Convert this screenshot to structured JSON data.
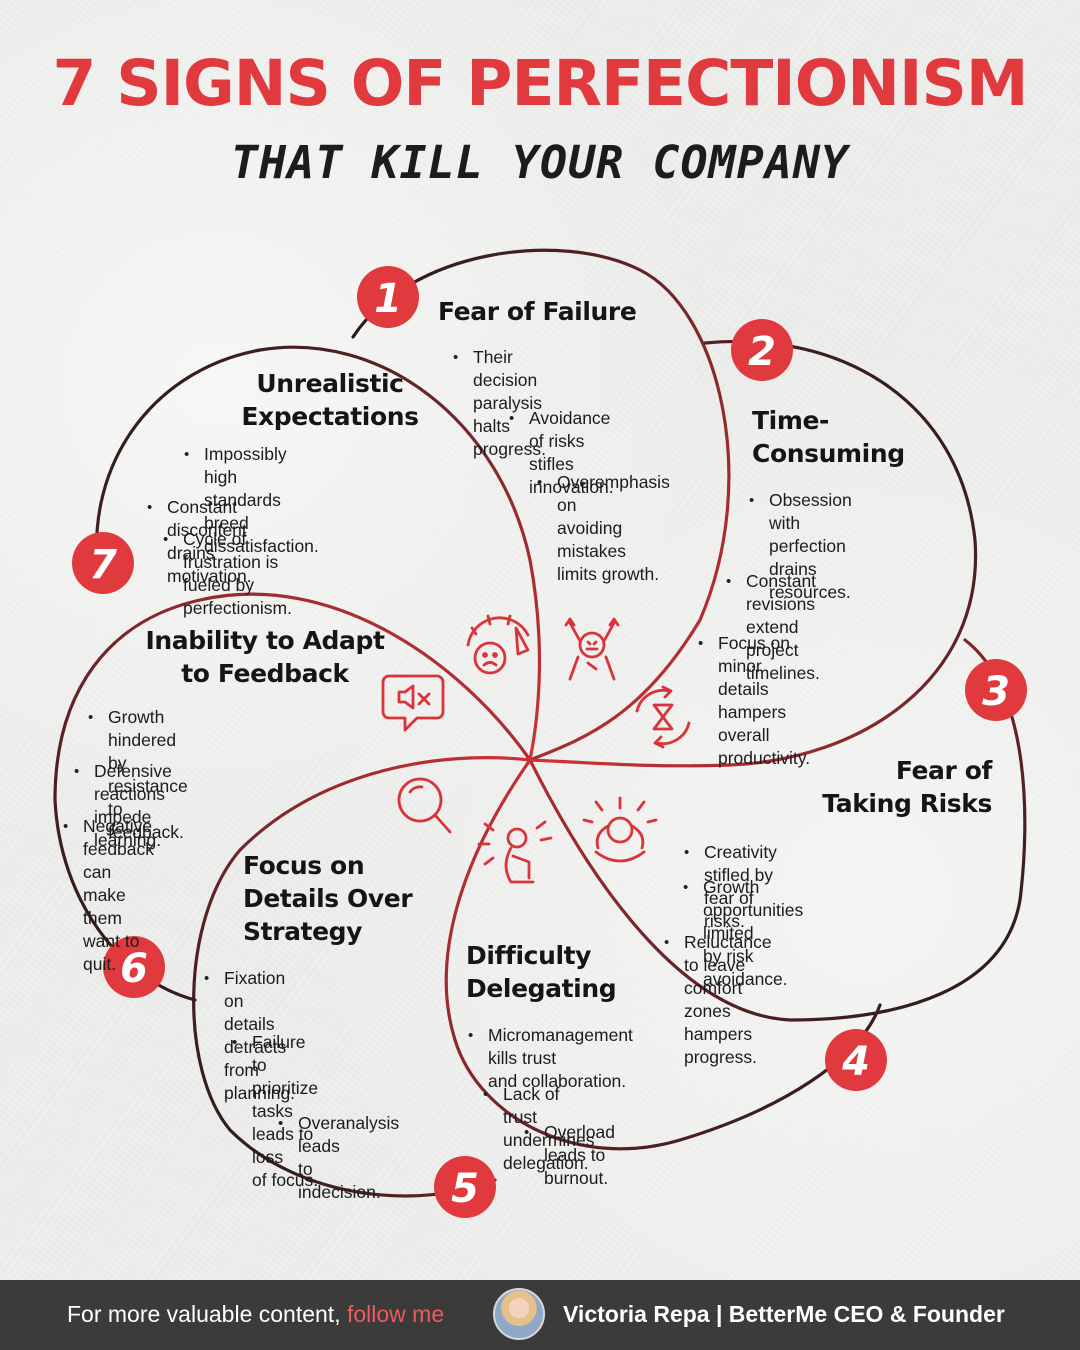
{
  "header": {
    "title": "7 SIGNS OF PERFECTIONISM",
    "subtitle": "THAT KILL YOUR COMPANY"
  },
  "colors": {
    "accent": "#e03a3e",
    "dark_text": "#1c1c1c",
    "footer_bg": "#3b3b3b",
    "link": "#f05a5e"
  },
  "badges": [
    "1",
    "2",
    "3",
    "4",
    "5",
    "6",
    "7"
  ],
  "sections": [
    {
      "title": "Fear of Failure",
      "icon": "gauge-sad-face-icon",
      "bullets": [
        "Their decision paralysis\nhalts progress.",
        "Avoidance of risks\nstifles innovation.",
        "Overemphasis on\navoiding mistakes\nlimits growth."
      ]
    },
    {
      "title": "Time-\nConsuming",
      "icon": "hourglass-cycle-icon",
      "bullets": [
        "Obsession with\nperfection drains\nresources.",
        "Constant revisions\nextend project timelines.",
        "Focus on minor details\nhampers overall\nproductivity."
      ]
    },
    {
      "title": "Fear of\nTaking Risks",
      "icon": "stressed-person-icon",
      "bullets": [
        "Creativity stifled by fear of risks.",
        "Growth opportunities limited\nby risk avoidance.",
        "Reluctance to leave comfort\nzones hampers progress."
      ]
    },
    {
      "title": "Difficulty\nDelegating",
      "icon": "anxious-sitting-person-icon",
      "bullets": [
        "Micromanagement kills trust\nand  collaboration.",
        "Lack of trust undermines delegation.",
        "Overload leads to burnout."
      ]
    },
    {
      "title": "Focus on\nDetails Over\nStrategy",
      "icon": "magnifier-icon",
      "bullets": [
        "Fixation on details\ndetracts from planning.",
        "Failure to prioritize\ntasks leads to loss\nof focus.",
        "Overanalysis leads\nto indecision."
      ]
    },
    {
      "title": "Inability to Adapt\nto Feedback",
      "icon": "muted-speech-bubble-icon",
      "bullets": [
        "Growth hindered by\nresistance to feedback.",
        "Defensive reactions\nimpede learning.",
        "Negative\nfeedback can\nmake them\nwant to quit."
      ]
    },
    {
      "title": "Unrealistic\nExpectations",
      "icon": "frustrated-person-icon",
      "bullets": [
        "Impossibly high standards\nbreed dissatisfaction.",
        "Constant discontent drains motivation.",
        "Cycle of frustration is fueled by\nperfectionism."
      ]
    }
  ],
  "footer": {
    "cta_prefix": "For more valuable content, ",
    "cta_link": "follow me",
    "author": "Victoria Repa | BetterMe CEO & Founder"
  }
}
